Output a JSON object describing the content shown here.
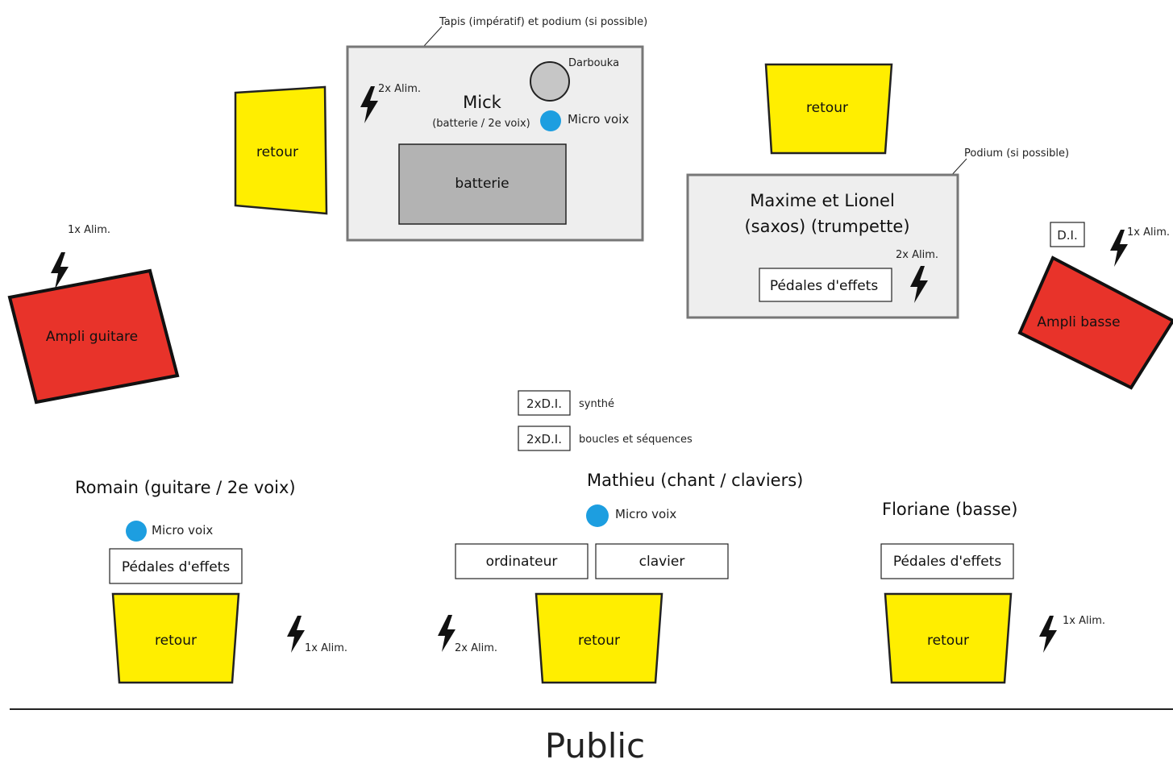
{
  "drum_riser": {
    "note": "Tapis (impératif) et podium (si possible)",
    "musician_name": "Mick",
    "musician_role": "(batterie / 2e voix)",
    "power": "2x Alim.",
    "darbouka": "Darbouka",
    "vocal_mic": "Micro voix",
    "drum_kit": "batterie"
  },
  "monitors": {
    "drums_left": "retour",
    "horns_top": "retour",
    "romain": "retour",
    "mathieu": "retour",
    "floriane": "retour"
  },
  "horns": {
    "note": "Podium (si possible)",
    "names_line1": "Maxime et Lionel",
    "names_line2": "(saxos)  (trumpette)",
    "power": "2x Alim.",
    "pedals": "Pédales d'effets"
  },
  "guitar_amp": {
    "label": "Ampli guitare",
    "power": "1x Alim."
  },
  "bass_amp": {
    "label": "Ampli basse",
    "di": "D.I.",
    "power": "1x Alim."
  },
  "center_di": {
    "box1": "2xD.I.",
    "box1_label": "synthé",
    "box2": "2xD.I.",
    "box2_label": "boucles et séquences"
  },
  "romain": {
    "name": "Romain (guitare / 2e voix)",
    "vocal_mic": "Micro voix",
    "pedals": "Pédales d'effets",
    "power": "1x Alim."
  },
  "mathieu": {
    "name": "Mathieu (chant / claviers)",
    "vocal_mic": "Micro voix",
    "computer": "ordinateur",
    "keyboard": "clavier",
    "power": "2x Alim."
  },
  "floriane": {
    "name": "Floriane (basse)",
    "pedals": "Pédales d'effets",
    "power": "1x Alim."
  },
  "audience": "Public",
  "colors": {
    "monitor": "#ffee00",
    "amp": "#e8332a",
    "mic": "#1d9ee0",
    "riser": "#eeeeee",
    "drumkit": "#b3b3b3",
    "darbouka": "#c6c6c6"
  }
}
